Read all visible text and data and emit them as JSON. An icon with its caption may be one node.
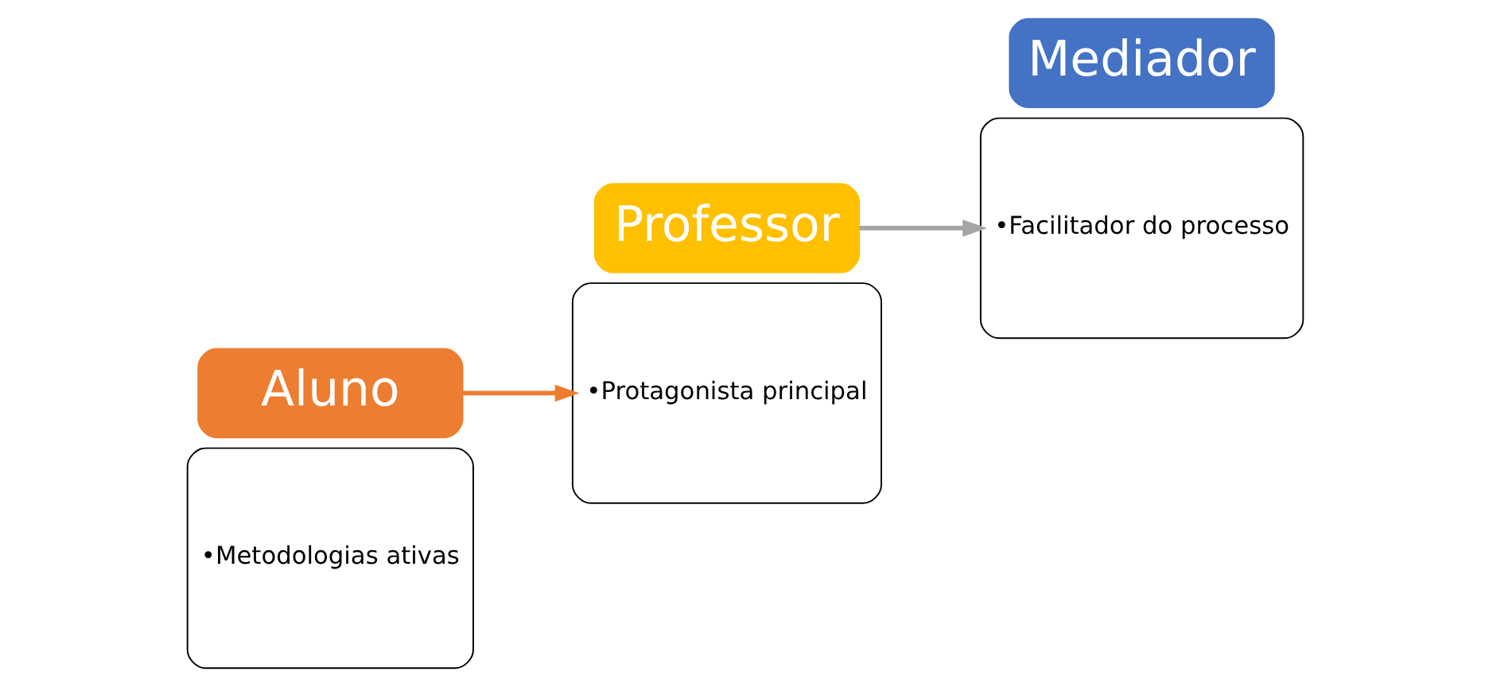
{
  "diagram": {
    "nodes": [
      {
        "text": [
          "•Metodologias ativas"
        ]
      },
      {
        "text": [
          "Aluno"
        ]
      },
      {
        "text": [
          "•Protagonista principal"
        ]
      },
      {
        "text": [
          "Professor"
        ]
      },
      {
        "text": [
          "•Facilitador do processo"
        ]
      },
      {
        "text": [
          "Mediador"
        ]
      }
    ],
    "edges": [
      {
        "from": 1,
        "to": 2,
        "arrow": "to",
        "color": "#ed7d31"
      },
      {
        "from": 3,
        "to": 4,
        "arrow": "to",
        "color": "#a5a5a5"
      }
    ]
  }
}
